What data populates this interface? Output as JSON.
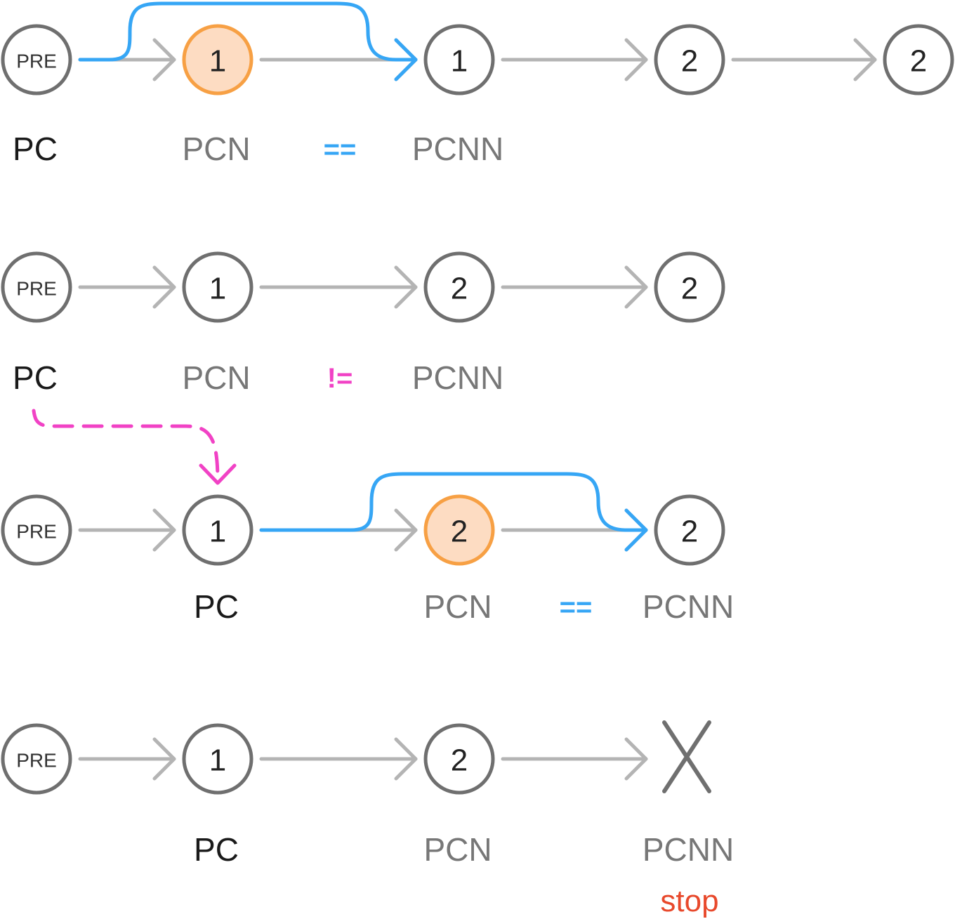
{
  "rows": [
    {
      "nodes": [
        {
          "text": "PRE",
          "pre": true
        },
        {
          "text": "1",
          "highlight": true
        },
        {
          "text": "1"
        },
        {
          "text": "2"
        },
        {
          "text": "2"
        }
      ],
      "labels": [
        {
          "text": "PC",
          "tone": "dark",
          "at": 0
        },
        {
          "text": "PCN",
          "tone": "grey",
          "at": 1
        },
        {
          "text": "PCNN",
          "tone": "grey",
          "at": 2
        }
      ],
      "operator": {
        "text": "==",
        "color": "blue",
        "between": [
          1,
          2
        ]
      },
      "skip": [
        0,
        2
      ]
    },
    {
      "nodes": [
        {
          "text": "PRE",
          "pre": true
        },
        {
          "text": "1"
        },
        {
          "text": "2"
        },
        {
          "text": "2"
        }
      ],
      "labels": [
        {
          "text": "PC",
          "tone": "dark",
          "at": 0
        },
        {
          "text": "PCN",
          "tone": "grey",
          "at": 1
        },
        {
          "text": "PCNN",
          "tone": "grey",
          "at": 2
        }
      ],
      "operator": {
        "text": "!=",
        "color": "pink",
        "between": [
          1,
          2
        ]
      }
    },
    {
      "nodes": [
        {
          "text": "PRE",
          "pre": true
        },
        {
          "text": "1"
        },
        {
          "text": "2",
          "highlight": true
        },
        {
          "text": "2"
        }
      ],
      "labels": [
        {
          "text": "PC",
          "tone": "dark",
          "at": 1
        },
        {
          "text": "PCN",
          "tone": "grey",
          "at": 2
        },
        {
          "text": "PCNN",
          "tone": "grey",
          "at": 3
        }
      ],
      "operator": {
        "text": "==",
        "color": "blue",
        "between": [
          2,
          3
        ]
      },
      "skip": [
        1,
        3
      ]
    },
    {
      "nodes": [
        {
          "text": "PRE",
          "pre": true
        },
        {
          "text": "1"
        },
        {
          "text": "2"
        },
        {
          "text": "",
          "removed": true
        }
      ],
      "labels": [
        {
          "text": "PC",
          "tone": "dark",
          "at": 1
        },
        {
          "text": "PCN",
          "tone": "grey",
          "at": 2
        },
        {
          "text": "PCNN",
          "tone": "grey",
          "at": 3
        }
      ],
      "note": {
        "text": "stop",
        "at": 3
      }
    }
  ],
  "colors": {
    "node_stroke": "#6f6f6f",
    "highlight_fill": "#fddcc2",
    "highlight_stroke": "#f7a044",
    "arrow": "#b4b4b4",
    "blue": "#36a6f5",
    "pink": "#f142c5",
    "stop": "#e8492c"
  }
}
